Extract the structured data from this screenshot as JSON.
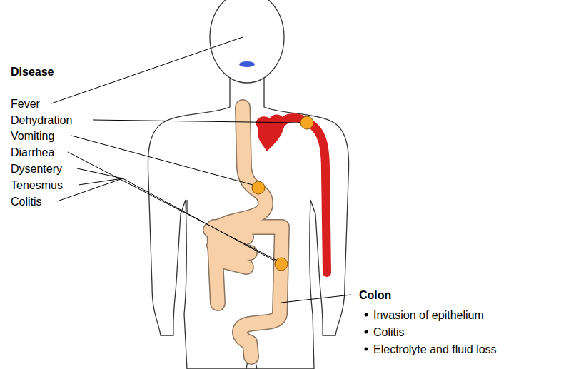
{
  "diagram": {
    "labels": [
      "Disease",
      "Fever",
      "Dehydration",
      "Vomiting",
      "Diarrhea",
      "Dysentery",
      "Tenesmus",
      "Colitis",
      "Colon",
      "Invasion of epithelium",
      "Colitis",
      "Electrolyte and fluid loss"
    ]
  }
}
